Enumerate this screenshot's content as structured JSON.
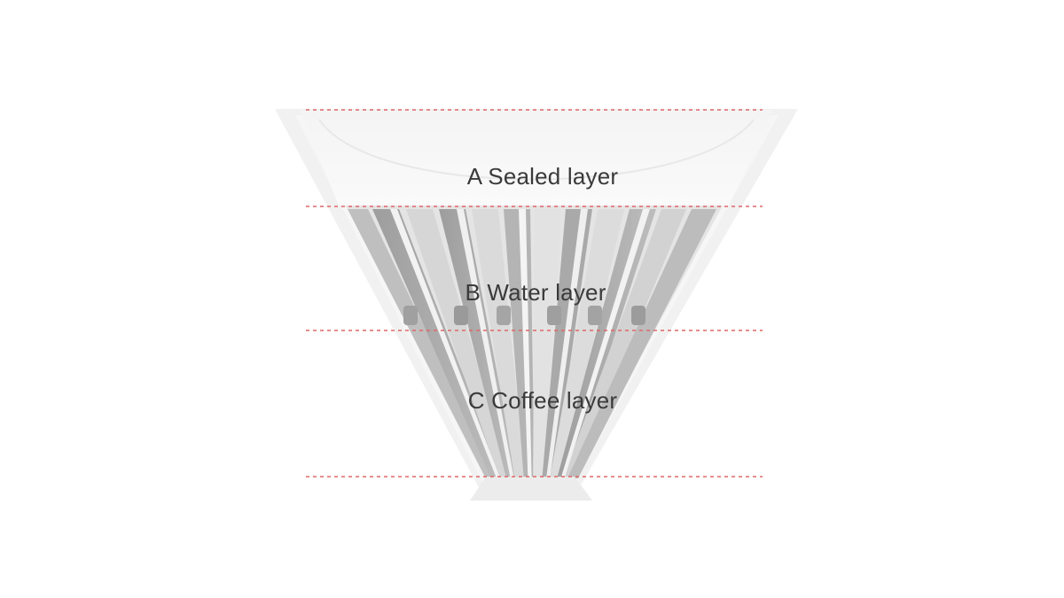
{
  "layers": {
    "a": "A Sealed layer",
    "b": "B Water layer",
    "c": "C Coffee layer"
  },
  "colors": {
    "divider": "#e06666",
    "label": "#3a3a3a"
  }
}
